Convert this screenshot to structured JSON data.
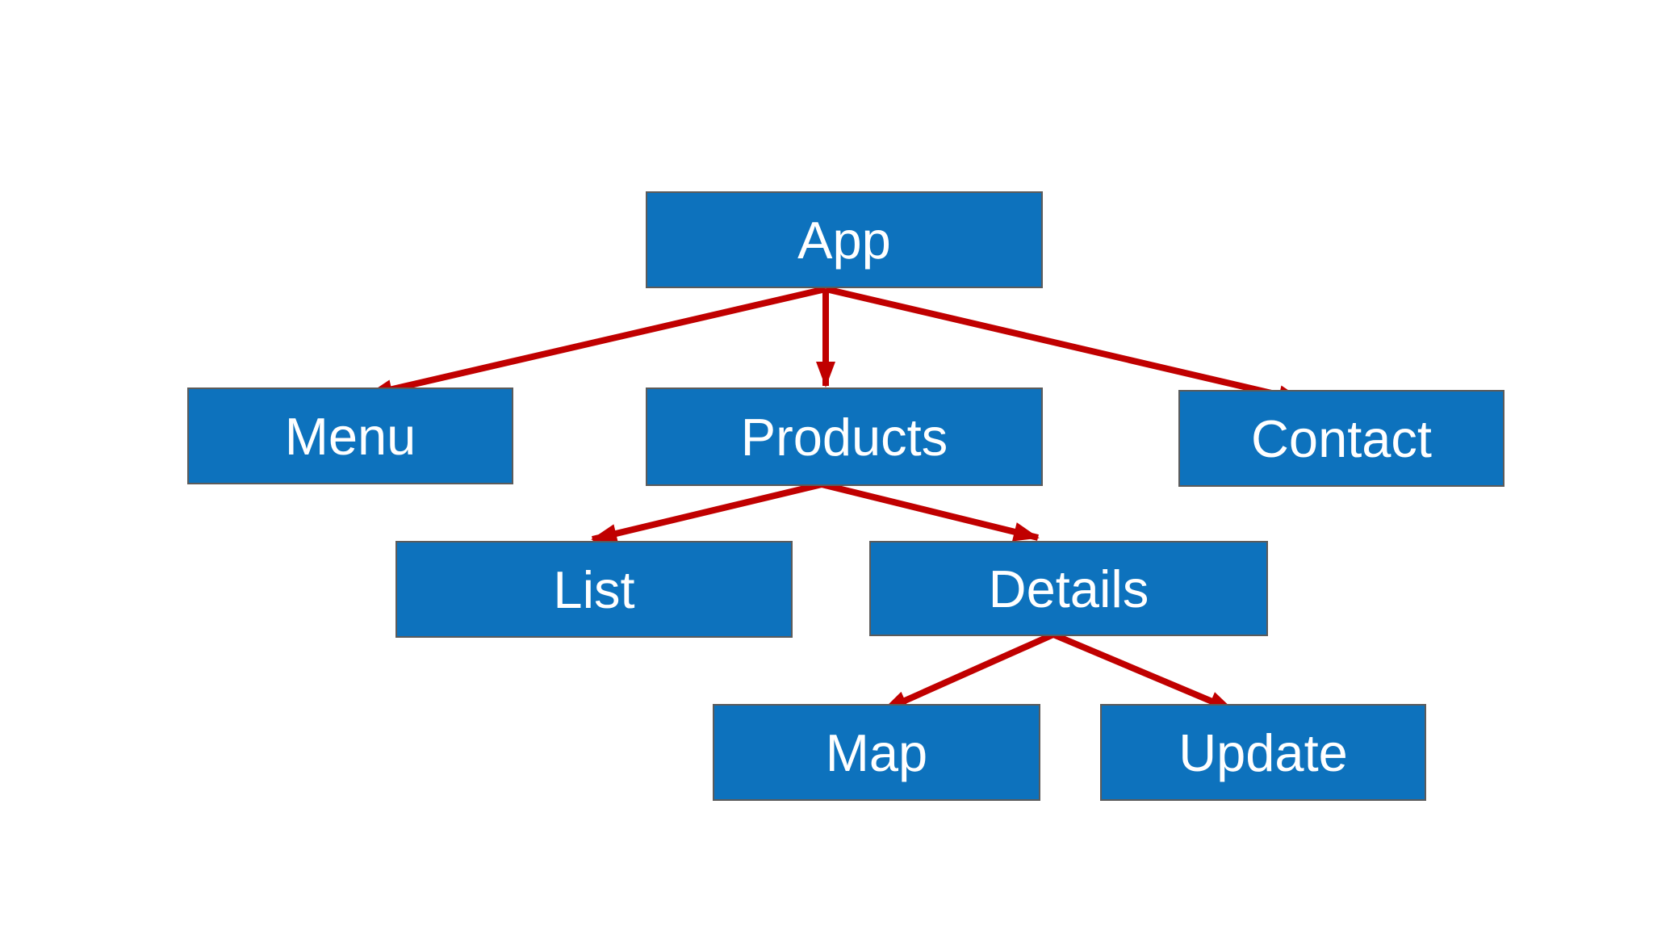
{
  "diagram": {
    "type": "tree",
    "nodes": [
      {
        "id": "app",
        "label": "App"
      },
      {
        "id": "menu",
        "label": "Menu"
      },
      {
        "id": "products",
        "label": "Products"
      },
      {
        "id": "contact",
        "label": "Contact"
      },
      {
        "id": "list",
        "label": "List"
      },
      {
        "id": "details",
        "label": "Details"
      },
      {
        "id": "map",
        "label": "Map"
      },
      {
        "id": "update",
        "label": "Update"
      }
    ],
    "edges": [
      {
        "from": "app",
        "to": "menu"
      },
      {
        "from": "app",
        "to": "products"
      },
      {
        "from": "app",
        "to": "contact"
      },
      {
        "from": "products",
        "to": "list"
      },
      {
        "from": "products",
        "to": "details"
      },
      {
        "from": "details",
        "to": "map"
      },
      {
        "from": "details",
        "to": "update"
      }
    ],
    "colors": {
      "node_fill": "#0d72bd",
      "node_border": "#5b5b5b",
      "arrow": "#c00000",
      "label": "#ffffff",
      "background": "#ffffff"
    }
  }
}
